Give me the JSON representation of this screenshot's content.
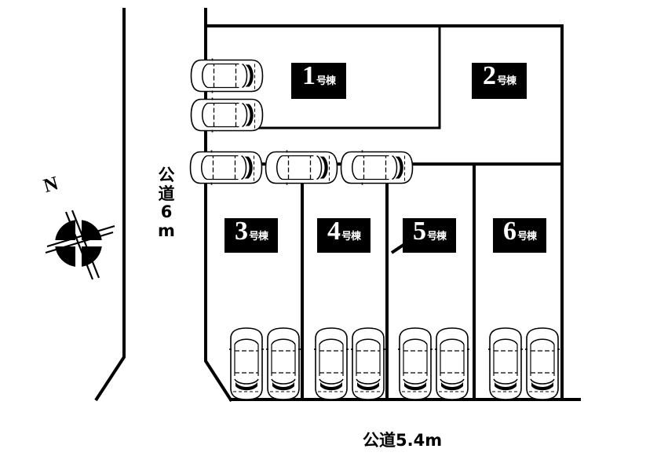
{
  "document": {
    "type": "site-plan",
    "title": "区画図",
    "background_color": "#ffffff",
    "line_color": "#000000",
    "badge_background": "#000000",
    "badge_text_color": "#ffffff"
  },
  "compass": {
    "name": "compass-rose",
    "north_label": "N"
  },
  "roads": [
    {
      "id": "road-west",
      "label_lines": [
        "公道",
        "6",
        "m"
      ],
      "label_text": "公道6m",
      "orientation": "vertical",
      "width_m": 6
    },
    {
      "id": "road-south",
      "label_text": "公道5.4m",
      "orientation": "horizontal",
      "width_m": 5.4
    }
  ],
  "lots": [
    {
      "id": "lot-1",
      "number": "1",
      "suffix": "号棟",
      "label": "1号棟",
      "cars": 2,
      "row": "top"
    },
    {
      "id": "lot-2",
      "number": "2",
      "suffix": "号棟",
      "label": "2号棟",
      "cars": 0,
      "row": "top"
    },
    {
      "id": "lot-3",
      "number": "3",
      "suffix": "号棟",
      "label": "3号棟",
      "cars": 2,
      "row": "bottom"
    },
    {
      "id": "lot-4",
      "number": "4",
      "suffix": "号棟",
      "label": "4号棟",
      "cars": 2,
      "row": "bottom"
    },
    {
      "id": "lot-5",
      "number": "5",
      "suffix": "号棟",
      "label": "5号棟",
      "cars": 2,
      "row": "bottom"
    },
    {
      "id": "lot-6",
      "number": "6",
      "suffix": "号棟",
      "label": "6号棟",
      "cars": 2,
      "row": "bottom"
    }
  ],
  "parking": {
    "driveway_row_cars": 3,
    "lot1_cars": 2,
    "bottom_row_cars": 8,
    "total_cars": 13
  }
}
